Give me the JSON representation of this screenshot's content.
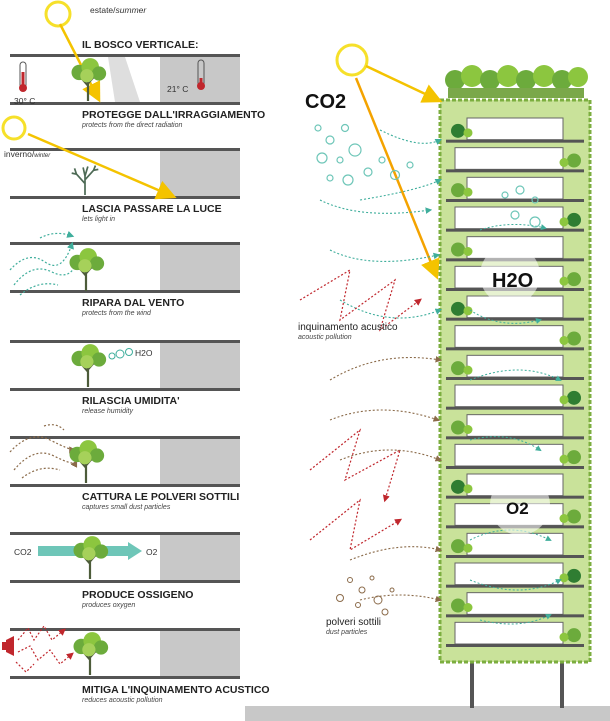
{
  "season_summer": "estate/",
  "season_summer_en": "summer",
  "season_winter": "inverno/",
  "season_winter_en": "winter",
  "header_title": "IL BOSCO VERTICALE:",
  "temp_outside": "30° C",
  "temp_inside": "21° C",
  "panels": [
    {
      "title": "PROTEGGE DALL'IRRAGGIAMENTO",
      "subtitle": "protects from the direct radiation"
    },
    {
      "title": "LASCIA PASSARE LA LUCE",
      "subtitle": "lets light in"
    },
    {
      "title": "RIPARA  DAL VENTO",
      "subtitle": "protects from the wind"
    },
    {
      "title": "RILASCIA UMIDITA'",
      "subtitle": "release humidity"
    },
    {
      "title": "CATTURA LE POLVERI SOTTILI",
      "subtitle": "captures small dust particles"
    },
    {
      "title": "PRODUCE OSSIGENO",
      "subtitle": "produces oxygen"
    },
    {
      "title": "MITIGA L'INQUINAMENTO ACUSTICO",
      "subtitle": "reduces acoustic pollution"
    }
  ],
  "h2o_small": "H2O",
  "co2_small": "CO2",
  "o2_small": "O2",
  "co2_big": "CO2",
  "h2o_big": "H2O",
  "o2_big": "O2",
  "noise_label": "inquinamento acustico",
  "noise_label_en": "acoustic pollution",
  "dust_label": "polveri sottili",
  "dust_label_en": "dust particles",
  "colors": {
    "sun": "#f6e02a",
    "green": "#8cc63f",
    "lightgreen": "#d7ebb0",
    "grey": "#c8c8c8",
    "teal": "#3fae9c",
    "red": "#c0272d",
    "brown": "#8b6b4a"
  }
}
